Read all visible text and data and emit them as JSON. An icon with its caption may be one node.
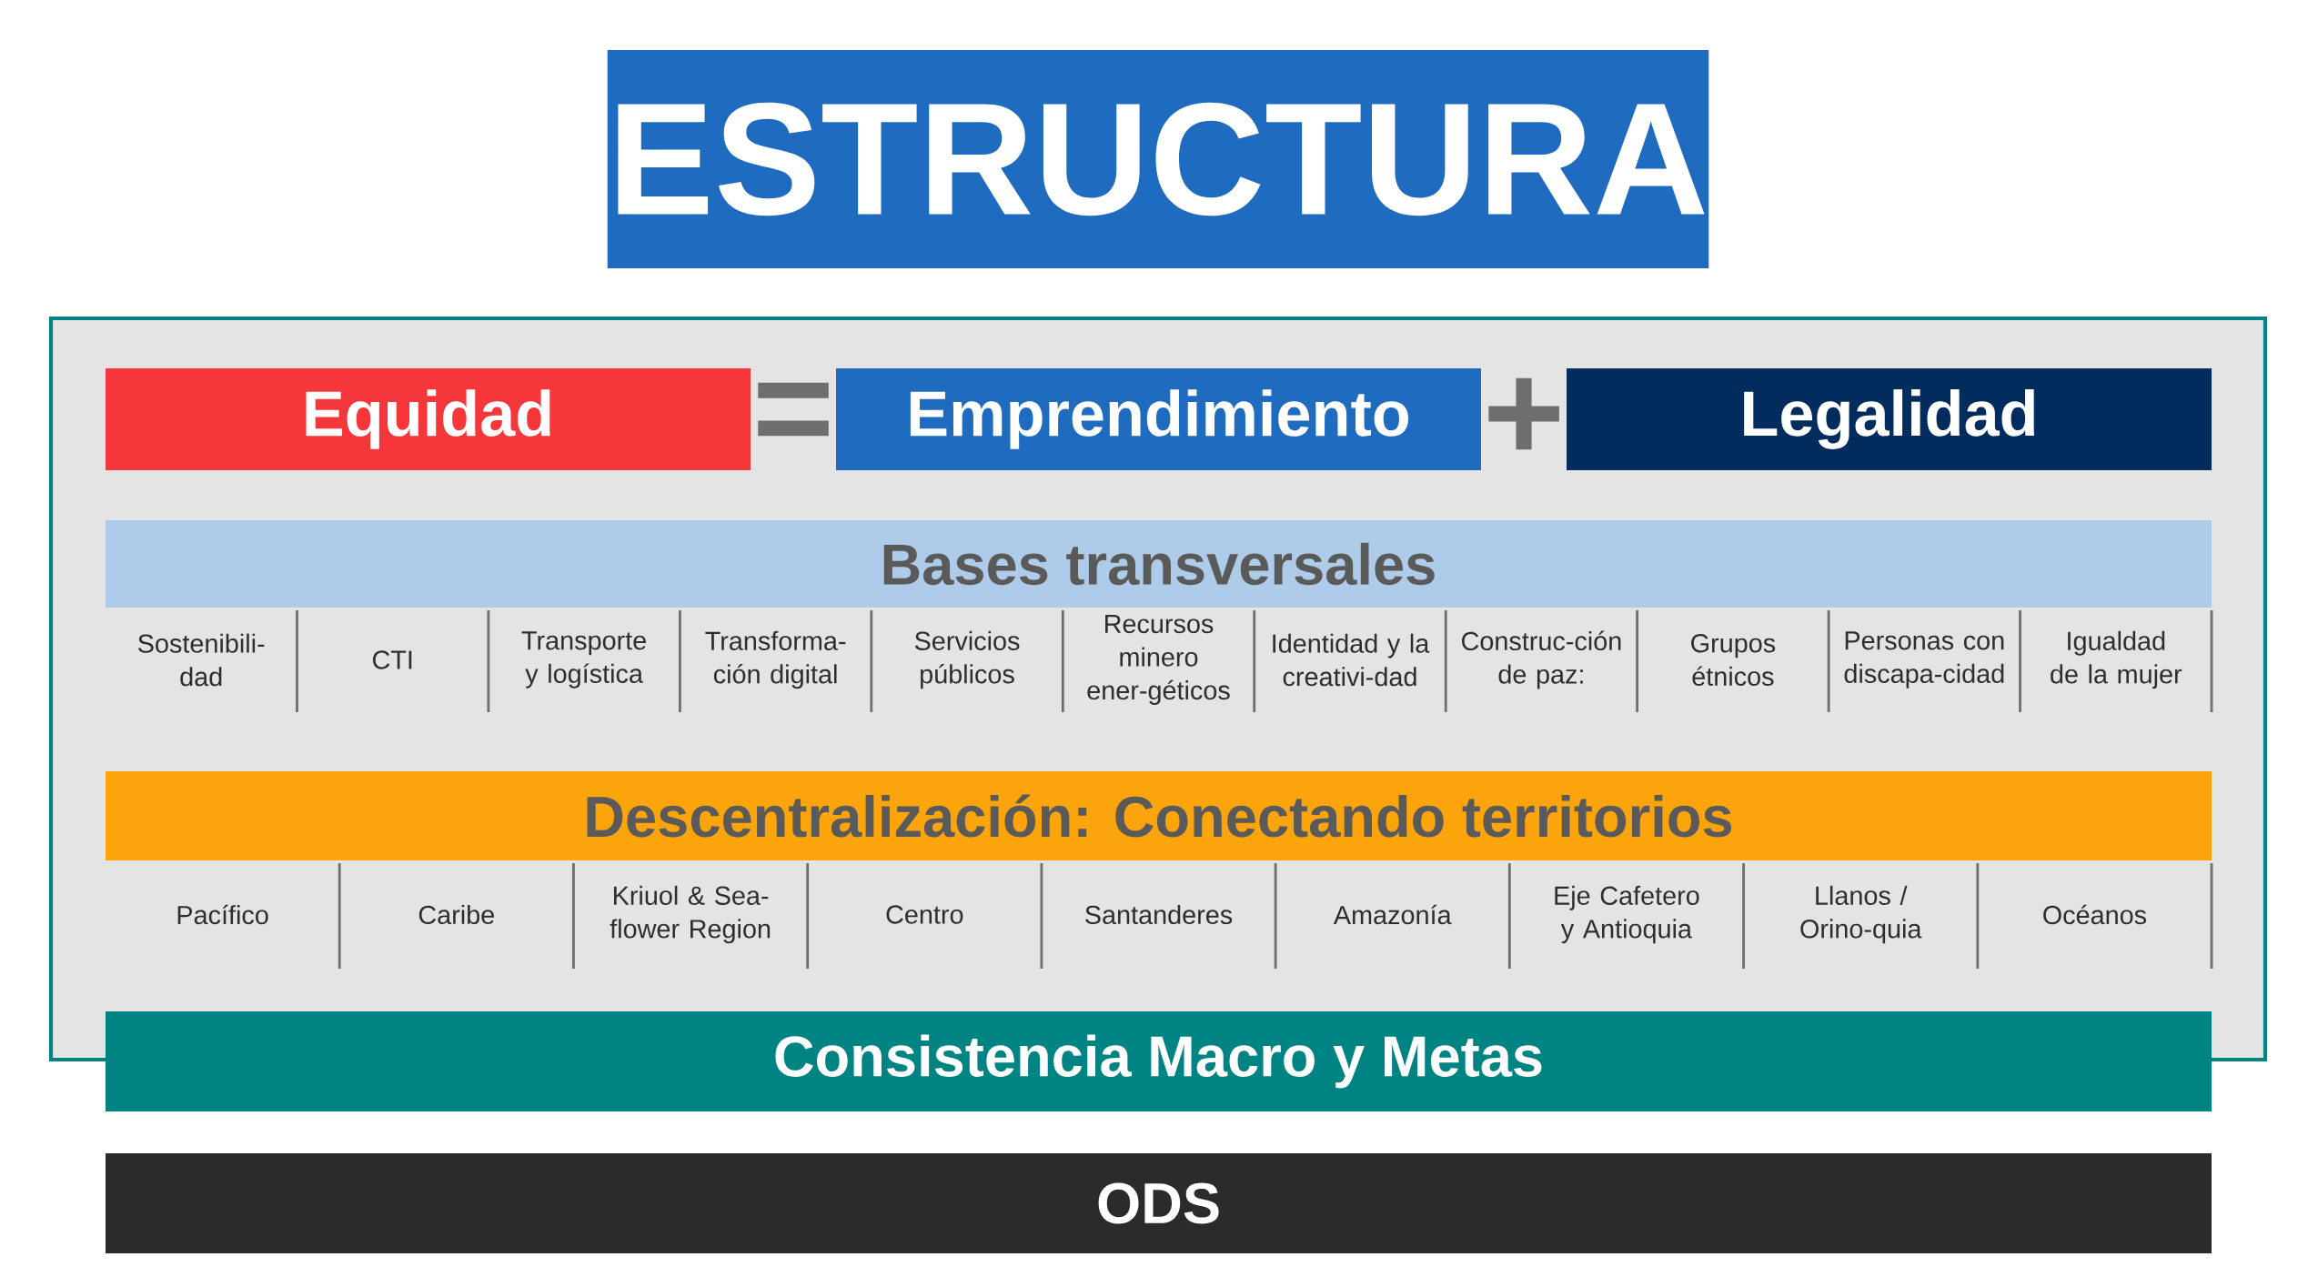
{
  "diagram": {
    "title": "ESTRUCTURA",
    "nodes": [
      {
        "text": [],
        "shape": "box"
      },
      {
        "text": [
          "Equidad"
        ],
        "in": 0
      },
      {
        "text": [
          "Emprendimiento"
        ],
        "in": 0
      },
      {
        "text": [
          "Legalidad"
        ],
        "in": 0
      },
      {
        "text": [
          "Bases transversales"
        ],
        "in": 0
      },
      {
        "text": [
          "Sostenibili-dad"
        ],
        "in": 0
      },
      {
        "text": [
          "CTI"
        ],
        "in": 0
      },
      {
        "text": [
          "Transporte y logística"
        ],
        "in": 0
      },
      {
        "text": [
          "Transforma-ción digital"
        ],
        "in": 0
      },
      {
        "text": [
          "Servicios públicos"
        ],
        "in": 0
      },
      {
        "text": [
          "Recursos minero ener-géticos"
        ],
        "in": 0
      },
      {
        "text": [
          "Identidad y la creativi-dad"
        ],
        "in": 0
      },
      {
        "text": [
          "Construc-ción de paz:"
        ],
        "in": 0
      },
      {
        "text": [
          "Grupos étnicos"
        ],
        "in": 0
      },
      {
        "text": [
          "Personas con discapa-cidad"
        ],
        "in": 0
      },
      {
        "text": [
          "Igualdad de la mujer"
        ],
        "in": 0
      },
      {
        "text": [
          "Descentralización: Conectando territorios"
        ],
        "in": 0
      },
      {
        "text": [
          "Pacífico"
        ],
        "in": 0
      },
      {
        "text": [
          "Caribe"
        ],
        "in": 0
      },
      {
        "text": [
          "Kriuol & Sea-flower Region"
        ],
        "in": 0
      },
      {
        "text": [
          "Centro"
        ],
        "in": 0
      },
      {
        "text": [
          "Santanderes"
        ],
        "in": 0
      },
      {
        "text": [
          "Amazonía"
        ],
        "in": 0
      },
      {
        "text": [
          "Eje Cafetero y Antioquia"
        ],
        "in": 0
      },
      {
        "text": [
          "Llanos / Orino-quia"
        ],
        "in": 0
      },
      {
        "text": [
          "Océanos"
        ],
        "in": 0
      },
      {
        "text": [
          "Consistencia Macro y Metas"
        ]
      },
      {
        "text": [
          "ODS"
        ]
      }
    ],
    "labels": [
      "=",
      "+"
    ]
  }
}
